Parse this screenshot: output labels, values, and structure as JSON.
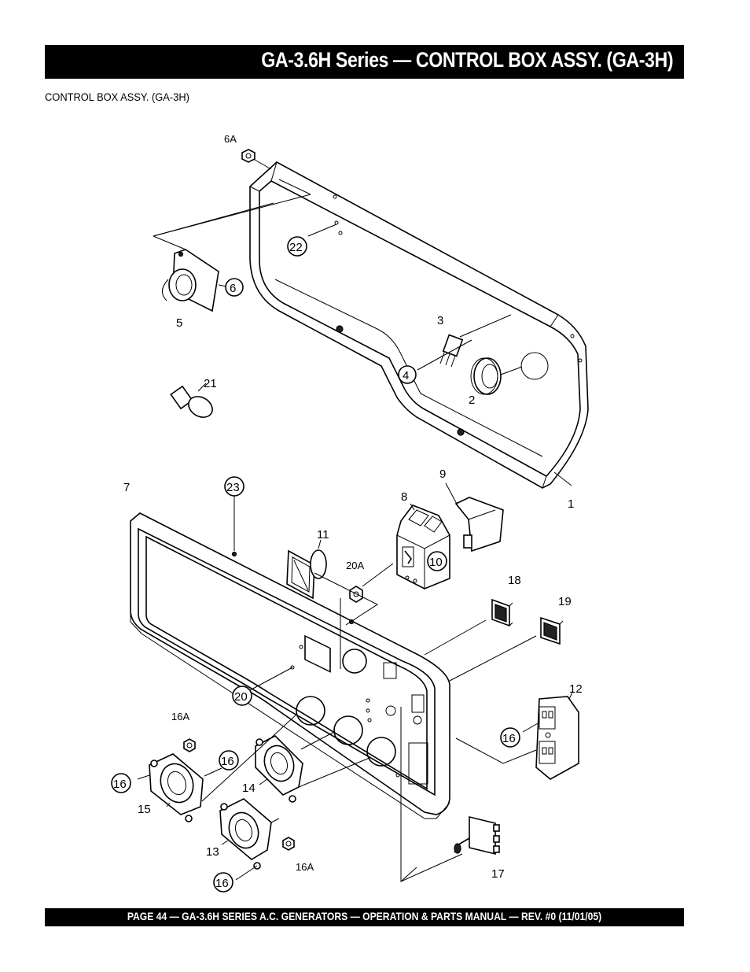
{
  "header": {
    "title": "GA-3.6H Series — CONTROL BOX ASSY. (GA-3H)"
  },
  "subtitle": "CONTROL BOX ASSY. (GA-3H)",
  "footer": {
    "text": "PAGE 44 — GA-3.6H SERIES A.C. GENERATORS — OPERATION & PARTS  MANUAL — REV. #0  (11/01/05)"
  },
  "callouts": {
    "c1": "1",
    "c2": "2",
    "c3": "3",
    "c4": "4",
    "c5": "5",
    "c6": "6",
    "c6a": "6A",
    "c7": "7",
    "c8": "8",
    "c9": "9",
    "c10": "10",
    "c11": "11",
    "c12": "12",
    "c13": "13",
    "c14": "14",
    "c15": "15",
    "c16a": "16",
    "c16b": "16",
    "c16c": "16",
    "c16d": "16",
    "c16a_nut1": "16A",
    "c16a_nut2": "16A",
    "c17": "17",
    "c18": "18",
    "c19": "19",
    "c20": "20",
    "c20a": "20A",
    "c21": "21",
    "c22": "22",
    "c23": "23"
  }
}
